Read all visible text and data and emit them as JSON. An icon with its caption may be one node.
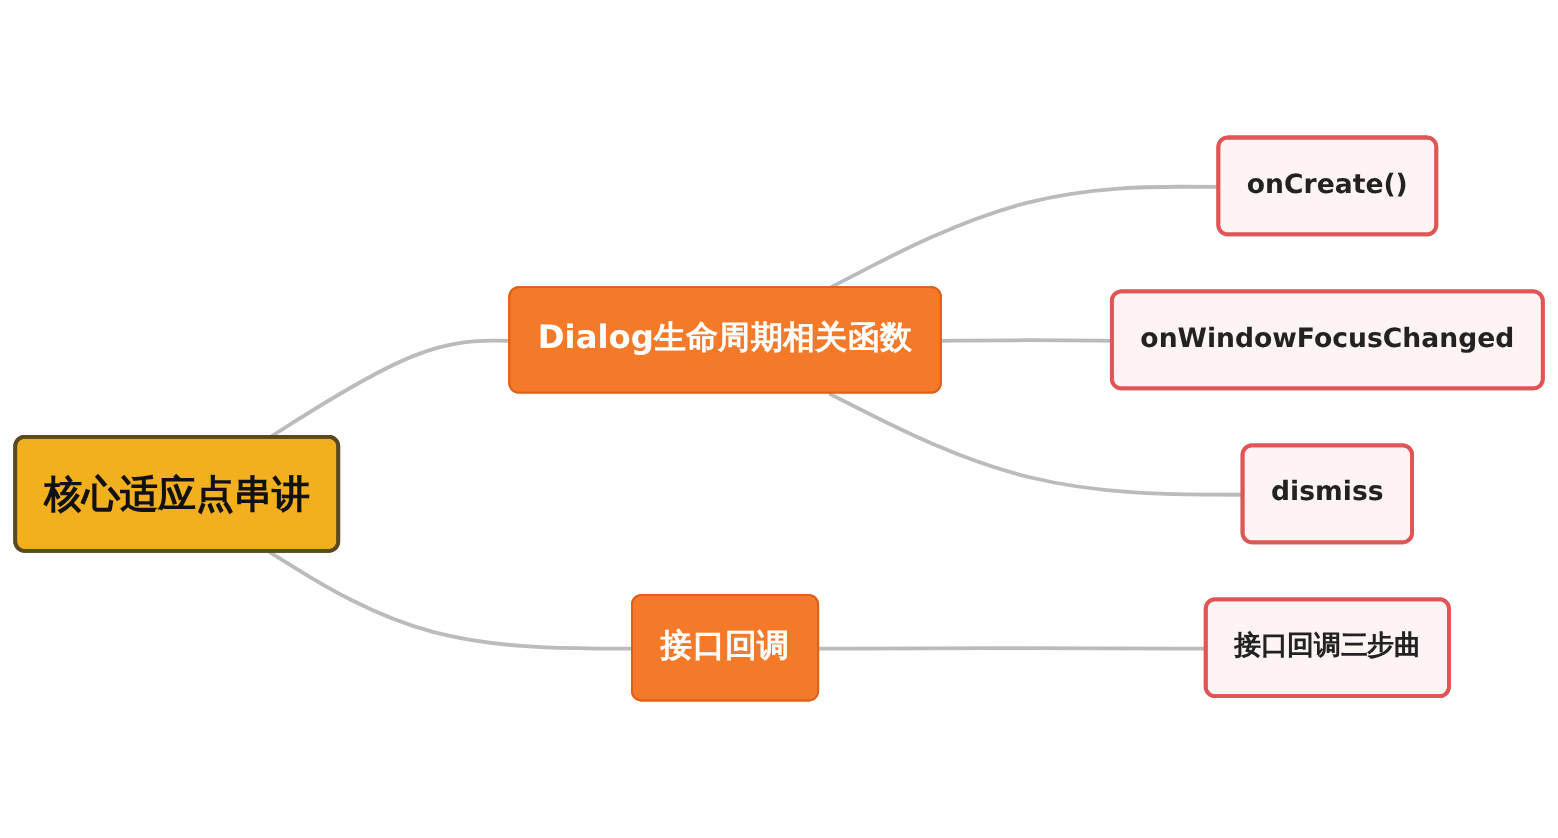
{
  "diagram": {
    "nodes": [
      {
        "text": [
          "核心适应点串讲"
        ]
      },
      {
        "text": [
          "Dialog生命周期相关函数"
        ]
      },
      {
        "text": [
          "onCreate()"
        ]
      },
      {
        "text": [
          "onWindowFocusChanged"
        ]
      },
      {
        "text": [
          "dismiss"
        ]
      },
      {
        "text": [
          "接口回调"
        ]
      },
      {
        "text": [
          "接口回调三步曲"
        ]
      }
    ],
    "edges": [
      {
        "from": 0,
        "to": 1,
        "arrow": "none"
      },
      {
        "from": 1,
        "to": 2,
        "arrow": "none"
      },
      {
        "from": 1,
        "to": 3,
        "arrow": "none"
      },
      {
        "from": 1,
        "to": 4,
        "arrow": "none"
      },
      {
        "from": 0,
        "to": 5,
        "arrow": "none"
      },
      {
        "from": 5,
        "to": 6,
        "arrow": "none"
      }
    ]
  }
}
